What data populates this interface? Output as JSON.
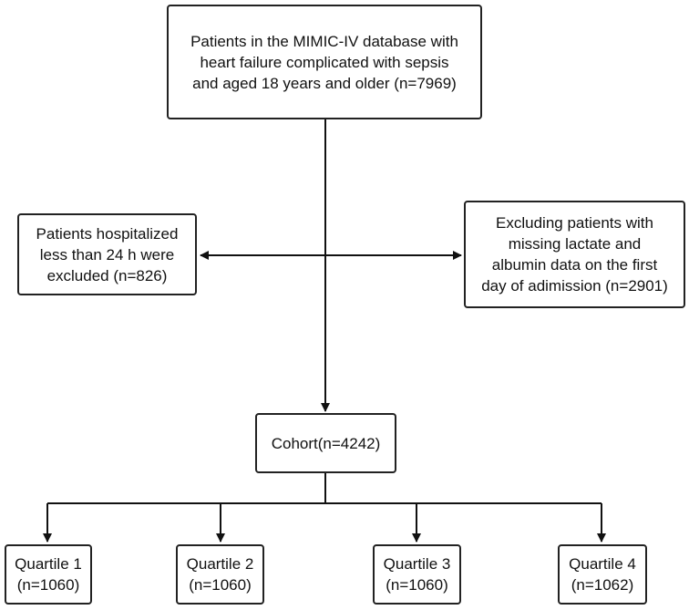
{
  "top": {
    "lines": [
      "Patients in the MIMIC-IV database with",
      "heart failure complicated with sepsis",
      "and aged 18 years and older (n=7969)"
    ]
  },
  "exclusion_left": {
    "lines": [
      "Patients hospitalized",
      "less than 24 h were",
      "excluded (n=826)"
    ]
  },
  "exclusion_right": {
    "lines": [
      "Excluding patients with",
      "missing lactate and",
      "albumin data on the first",
      "day of adimission (n=2901)"
    ]
  },
  "cohort": {
    "label": "Cohort(n=4242)"
  },
  "quartiles": [
    {
      "name": "Quartile 1",
      "count": "(n=1060)"
    },
    {
      "name": "Quartile 2",
      "count": "(n=1060)"
    },
    {
      "name": "Quartile 3",
      "count": "(n=1060)"
    },
    {
      "name": "Quartile 4",
      "count": "(n=1062)"
    }
  ]
}
